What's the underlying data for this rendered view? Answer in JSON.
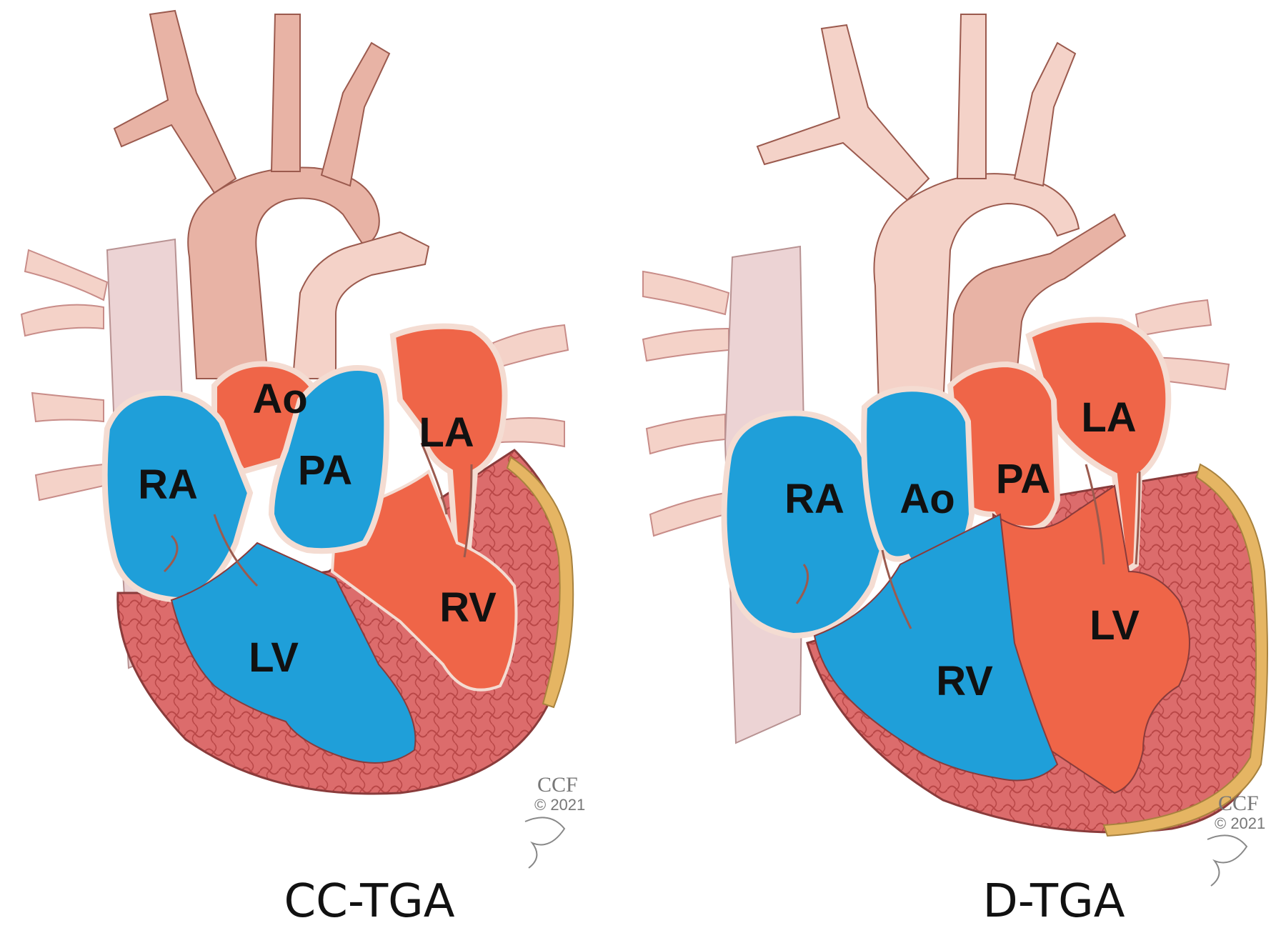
{
  "colors": {
    "deoxygenated": "#1f9fd9",
    "oxygenated": "#ef6548",
    "vessel": "#e8b3a5",
    "vessel_light": "#f4d2c8",
    "vein": "#ecd3d4",
    "myocardium": "#dc6c6c",
    "myocardium_fiber": "#b94747",
    "wall": "#f4dcd2",
    "wall_outline": "#9b5a4e",
    "fat": "#e5b563"
  },
  "panels": {
    "left": {
      "caption": "CC-TGA",
      "labels": {
        "ao": "Ao",
        "pa": "PA",
        "la": "LA",
        "ra": "RA",
        "rv": "RV",
        "lv": "LV"
      },
      "credit": {
        "mark": "CCF",
        "year": "© 2021"
      }
    },
    "right": {
      "caption": "D-TGA",
      "labels": {
        "la": "LA",
        "ra": "RA",
        "ao": "Ao",
        "pa": "PA",
        "lv": "LV",
        "rv": "RV"
      },
      "credit": {
        "mark": "CCF",
        "year": "© 2021"
      }
    }
  }
}
